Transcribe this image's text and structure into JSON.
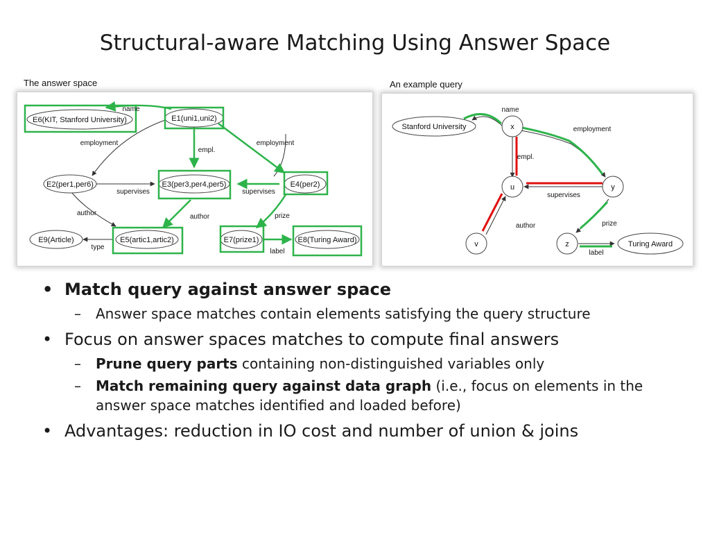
{
  "slide": {
    "title": "Structural-aware Matching Using Answer Space",
    "answer_space_caption": "The answer space",
    "query_caption": "An example query"
  },
  "answer_space": {
    "nodes": {
      "e6": "E6(KIT, Stanford University)",
      "e1": "E1(uni1,uni2)",
      "e2": "E2(per1,per6)",
      "e3": "E3(per3,per4,per5)",
      "e4": "E4(per2)",
      "e9": "E9(Article)",
      "e5": "E5(artic1,artic2)",
      "e7": "E7(prize1)",
      "e8": "E8(Turing Award)"
    },
    "edges": {
      "name": "name",
      "employment_left": "employment",
      "empl": "empl.",
      "employment_right": "employment",
      "supervises_left": "supervises",
      "supervises_right": "supervises",
      "author_left": "author",
      "author_mid": "author",
      "prize": "prize",
      "type": "type",
      "label": "label"
    }
  },
  "query": {
    "nodes": {
      "stanford": "Stanford University",
      "x": "x",
      "u": "u",
      "y": "y",
      "v": "v",
      "z": "z",
      "turing": "Turing Award"
    },
    "edges": {
      "name": "name",
      "employment": "employment",
      "empl": "empl.",
      "supervises": "supervises",
      "author": "author",
      "prize": "prize",
      "label": "label"
    }
  },
  "bullets": [
    {
      "text_bold": "Match query against answer space",
      "subs": [
        {
          "text": "Answer space matches contain elements satisfying the query structure"
        }
      ]
    },
    {
      "text": "Focus on answer spaces matches to compute final answers",
      "subs": [
        {
          "bold": "Prune query parts",
          "rest": " containing non-distinguished variables only"
        },
        {
          "bold": "Match remaining query against data graph",
          "rest": " (i.e., focus on elements in the answer space matches identified and loaded before)"
        }
      ]
    },
    {
      "text": "Advantages: reduction in IO cost and number of union & joins"
    }
  ],
  "colors": {
    "highlight_green": "#2db34a",
    "highlight_red": "#e01010",
    "edge_gray": "#333333"
  }
}
